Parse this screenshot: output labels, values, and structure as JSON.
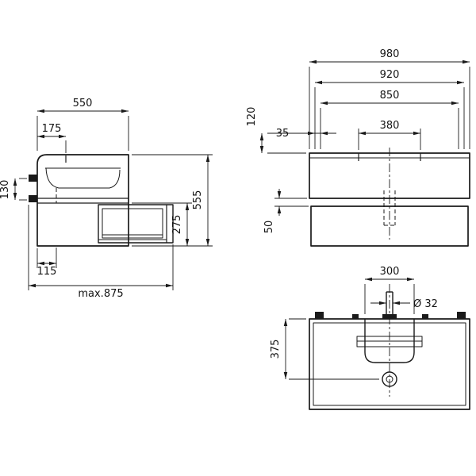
{
  "meta": {
    "background": "#ffffff",
    "line_color": "#1a1a1a",
    "drawing_type": "bathroom vanity unit dimensional drawing"
  },
  "side_view": {
    "dims": {
      "depth_top": "550",
      "tap_offset": "175",
      "bracket_height": "130",
      "drain_offset": "115",
      "max_depth_open": "max.875",
      "cabinet_height": "275",
      "total_height": "555"
    }
  },
  "front_view": {
    "dims": {
      "overall_width": "980",
      "fixing_width_outer": "920",
      "fixing_width_inner": "850",
      "tap_height": "120",
      "edge_offset": "35",
      "tap_spacing": "380",
      "gap_height": "50"
    }
  },
  "bottom_view": {
    "dims": {
      "cutout_width": "300",
      "drain_diameter": "Ø 32",
      "drain_depth": "375"
    }
  }
}
